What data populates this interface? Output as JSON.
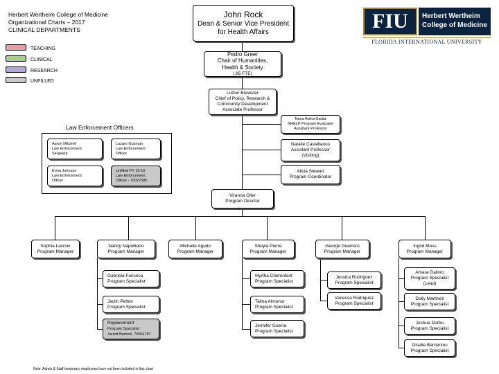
{
  "header": {
    "line1": "Herbert Wertheim College of Medicine",
    "line2": "Organizational Charts – 2017",
    "line3": "CLINICAL DEPARTMENTS"
  },
  "logo": {
    "fiu": "FIU",
    "college_line1": "Herbert Wertheim",
    "college_line2": "College of Medicine",
    "university": "FLORIDA INTERNATIONAL UNIVERSITY",
    "colors": {
      "navy": "#0c2340",
      "gold": "#b6862c"
    }
  },
  "legend": [
    {
      "label": "TEACHING",
      "color": "#e6a0a6"
    },
    {
      "label": "CLINICAL",
      "color": "#a7d08c"
    },
    {
      "label": "RESEARCH",
      "color": "#b4a7d6"
    },
    {
      "label": "UNFILLED",
      "color": "#c9c9c9"
    }
  ],
  "top": {
    "name": "John Rock",
    "title1": "Dean & Senior Vice President",
    "title2": "for Health Affairs"
  },
  "chair": {
    "name": "Pedro Greer",
    "title1": "Chair of Humanities,",
    "title2": "Health & Society",
    "fte": "(.85 FTE)"
  },
  "chief": {
    "name": "Luther Brewster",
    "title1": "Chief of Policy, Research &",
    "title2": "Community Development",
    "title3": "Associate Professor"
  },
  "nana": {
    "name": "Nana Aisha Garba",
    "title1": "NHELP Program Evaluator",
    "title2": "Assistant Professor"
  },
  "law": {
    "title": "Law Enforcement Officers",
    "officers": [
      {
        "name": "Aaron Mitchell",
        "title1": "Law Enforcement",
        "title2": "Sergeant"
      },
      {
        "name": "Lazaro Guzman",
        "title1": "Law Enforcement",
        "title2": "Officer"
      },
      {
        "name": "Erma Johnson",
        "title1": "Law Enforcement",
        "title2": "Officer"
      },
      {
        "name": "Unfilled FY 15-16",
        "title1": "Law Enforcement",
        "title2": "Officer - 70027585"
      }
    ]
  },
  "natalie": {
    "name": "Natalie Castellanos",
    "title1": "Assistant Professor",
    "title2": "(Visiting)"
  },
  "alicia": {
    "name": "Alicia Stewart",
    "title1": "Program Coordinator"
  },
  "director": {
    "name": "Viranna Oller",
    "title1": "Program Director"
  },
  "managers": [
    {
      "name": "Sophia Lacroix",
      "title": "Program Manager"
    },
    {
      "name": "Nancy Napolitano",
      "title": "Program Manager"
    },
    {
      "name": "Michelle Agudo",
      "title": "Program Manager"
    },
    {
      "name": "Sheyla Pierre",
      "title": "Program Manager"
    },
    {
      "name": "George Guerrero",
      "title": "Program Manager"
    },
    {
      "name": "Ingrid Moss",
      "title": "Program Manager"
    }
  ],
  "nancy_staff": [
    {
      "name": "Gabriela Fonseca",
      "title": "Program Specialist"
    },
    {
      "name": "Jaclin Pelton",
      "title": "Program Specialist"
    },
    {
      "name": "Replacement",
      "title": "Program Specialist",
      "extra": "Jarrod Barnett- 70004787"
    }
  ],
  "sheyla_staff": [
    {
      "name": "Myrtha Cherenfant",
      "title": "Program Specialist"
    },
    {
      "name": "Talina Almonor",
      "title": "Program Specialist"
    },
    {
      "name": "Jennifer Guerra",
      "title": "Program Specialist"
    }
  ],
  "george_staff": [
    {
      "name": "Jessica Rodriguez",
      "title": "Program Specialist"
    },
    {
      "name": "Vanessa Rodriguez",
      "title": "Program Specialist"
    }
  ],
  "ingrid_staff": [
    {
      "name": "Amara Galivro",
      "title": "Program Specialist",
      "extra": "(Lead)"
    },
    {
      "name": "Dolly Martinez",
      "title": "Program Specialist"
    },
    {
      "name": "Joshua Dorbu",
      "title": "Program Specialist"
    },
    {
      "name": "Giselle Barrientos",
      "title": "Program Specialist"
    }
  ],
  "note": "Note: Admin & Staff temporary employees have not been included in this chart"
}
